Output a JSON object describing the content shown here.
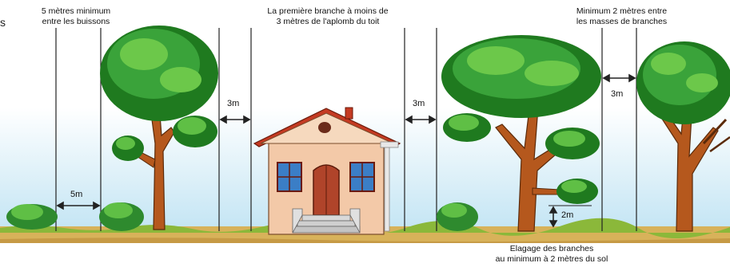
{
  "labels": {
    "bushes_spacing_line1": "5 mètres minimum",
    "bushes_spacing_line2": "entre les buissons",
    "first_branch_line1": "La première branche à moins de",
    "first_branch_line2": "3 mètres de l'aplomb du toit",
    "branch_masses_line1": "Minimum 2 mètres entre",
    "branch_masses_line2": "les masses de branches",
    "pruning_line1": "Elagage des branches",
    "pruning_line2": "au minimum à 2 mètres du sol",
    "cropped_letter": "s"
  },
  "measurements": {
    "bushes_gap": "5m",
    "tree_house_gap": "3m",
    "house_tree_gap": "3m",
    "trees_gap": "3m",
    "branch_height": "2m"
  },
  "colors": {
    "sky_top": "#ffffff",
    "sky_bottom": "#bfe3f3",
    "foliage_dark": "#1f7a1f",
    "foliage_mid": "#3aa33a",
    "foliage_light": "#6cc84a",
    "trunk": "#b5581d",
    "ground": "#d8b25a",
    "grass": "#8bb83a",
    "house_wall": "#f3c9a8",
    "roof": "#c43a22",
    "door": "#b0442a",
    "window": "#3b7ec6"
  }
}
